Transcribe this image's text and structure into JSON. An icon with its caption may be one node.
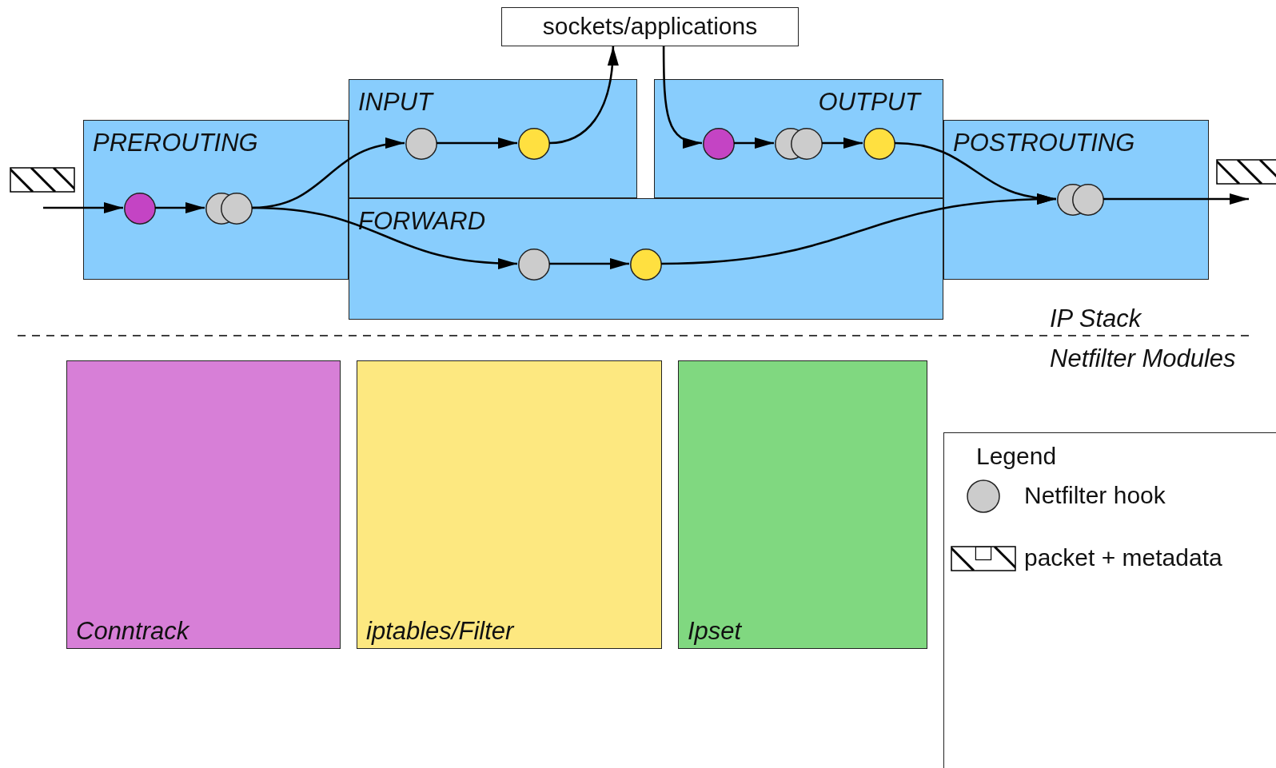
{
  "diagram": {
    "nodes": [
      {
        "text": [
          "sockets/applications"
        ]
      },
      {
        "text": [
          "PREROUTING"
        ]
      },
      {
        "text": [
          "INPUT"
        ]
      },
      {
        "text": [
          "OUTPUT"
        ]
      },
      {
        "text": [
          "FORWARD"
        ]
      },
      {
        "text": [
          "POSTROUTING"
        ]
      },
      {
        "text": [],
        "shape": "circle",
        "in": 1
      },
      {
        "text": [],
        "shape": "circle",
        "in": 1
      },
      {
        "text": [],
        "shape": "circle",
        "in": 2
      },
      {
        "text": [],
        "shape": "circle",
        "in": 2
      },
      {
        "text": [],
        "shape": "circle",
        "in": 3
      },
      {
        "text": [],
        "shape": "circle",
        "in": 3
      },
      {
        "text": [],
        "shape": "circle",
        "in": 3
      },
      {
        "text": [],
        "shape": "circle",
        "in": 4
      },
      {
        "text": [],
        "shape": "circle",
        "in": 4
      },
      {
        "text": [],
        "shape": "circle",
        "in": 5
      },
      {
        "text": [
          "Conntrack"
        ]
      },
      {
        "text": [
          "iptables/Filter"
        ]
      },
      {
        "text": [
          "Ipset"
        ]
      }
    ],
    "edges": [
      {
        "from": null,
        "to": 6,
        "arrow": "to"
      },
      {
        "from": 6,
        "to": 7,
        "arrow": "to"
      },
      {
        "from": 7,
        "to": 8,
        "arrow": "to"
      },
      {
        "from": 7,
        "to": 13,
        "arrow": "to"
      },
      {
        "from": 8,
        "to": 9,
        "arrow": "to"
      },
      {
        "from": 9,
        "to": 0,
        "arrow": "to"
      },
      {
        "from": 0,
        "to": 10,
        "arrow": "to"
      },
      {
        "from": 10,
        "to": 11,
        "arrow": "to"
      },
      {
        "from": 11,
        "to": 12,
        "arrow": "to"
      },
      {
        "from": 12,
        "to": 15,
        "arrow": "to"
      },
      {
        "from": 14,
        "to": 15,
        "arrow": "to"
      },
      {
        "from": 13,
        "to": 14,
        "arrow": "to"
      },
      {
        "from": 15,
        "to": null,
        "arrow": "to"
      }
    ],
    "labels": [
      "IP Stack",
      "Netfilter Modules",
      "Legend"
    ],
    "legend": [
      {
        "text": "Netfilter hook"
      },
      {
        "text": "packet + metadata"
      }
    ]
  }
}
